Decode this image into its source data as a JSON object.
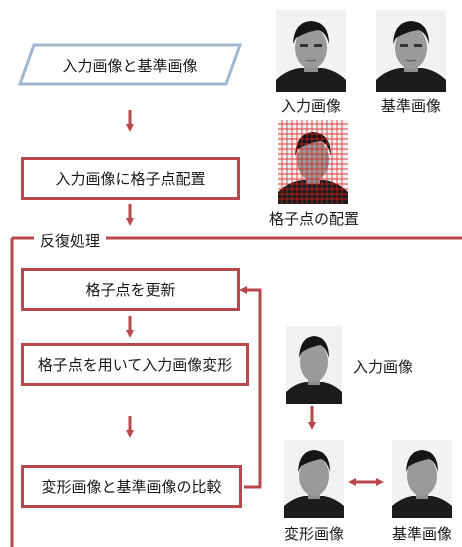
{
  "flow": {
    "input_step": "入力画像と基準画像",
    "grid_step": "入力画像に格子点配置",
    "loop_label": "反復処理",
    "update_step": "格子点を更新",
    "deform_step": "格子点を用いて入力画像変形",
    "compare_step": "変形画像と基準画像の比較"
  },
  "images": {
    "input_caption": "入力画像",
    "reference_caption": "基準画像",
    "grid_caption": "格子点の配置",
    "input_caption_2": "入力画像",
    "deformed_caption": "変形画像",
    "reference_caption_2": "基準画像"
  },
  "colors": {
    "accent": "#b8474e",
    "parallelogram_border": "#9fb8cf",
    "grid_lines": "#d62020"
  }
}
